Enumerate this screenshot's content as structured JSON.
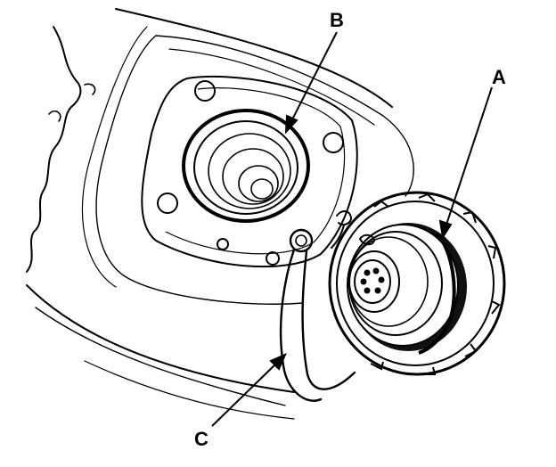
{
  "callouts": {
    "a": "A",
    "b": "B",
    "c": "C"
  },
  "colors": {
    "line": "#000000",
    "background": "#ffffff",
    "shade": "#111111"
  }
}
